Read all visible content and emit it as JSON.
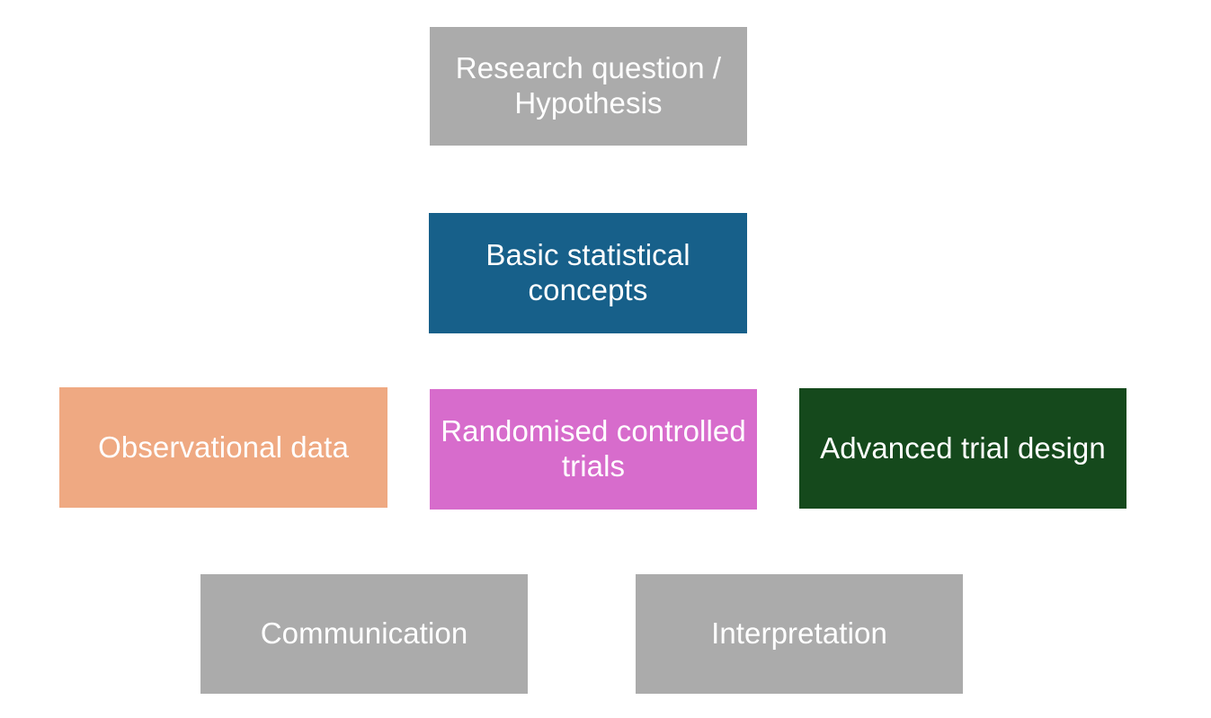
{
  "diagram": {
    "type": "flow-block-diagram",
    "background_color": "#FFFFFF",
    "rows": [
      {
        "row_name": "research-question-row",
        "nodes": [
          {
            "id": "research-question",
            "label": "Research question / Hypothesis",
            "line1": "Research question /",
            "line2": "Hypothesis",
            "color": "#ABABAB",
            "text_color": "#FFFFFF"
          }
        ]
      },
      {
        "row_name": "statistical-concepts-row",
        "nodes": [
          {
            "id": "basic-statistical-concepts",
            "label": "Basic statistical concepts",
            "line1": "Basic statistical",
            "line2": "concepts",
            "color": "#17608A",
            "text_color": "#FFFFFF"
          }
        ]
      },
      {
        "row_name": "study-design-row",
        "nodes": [
          {
            "id": "observational-data",
            "label": "Observational data",
            "line1": "Observational data",
            "line2": "",
            "color": "#EFA982",
            "text_color": "#FFFFFF"
          },
          {
            "id": "randomised-controlled-trials",
            "label": "Randomised controlled trials",
            "line1": "Randomised",
            "line2": "controlled trials",
            "color": "#D76CCC",
            "text_color": "#FFFFFF"
          },
          {
            "id": "advanced-trial-design",
            "label": "Advanced trial design",
            "line1": "Advanced trial design",
            "line2": "",
            "color": "#15491C",
            "text_color": "#FFFFFF"
          }
        ]
      },
      {
        "row_name": "outcome-row",
        "nodes": [
          {
            "id": "communication",
            "label": "Communication",
            "line1": "Communication",
            "line2": "",
            "color": "#ABABAB",
            "text_color": "#FFFFFF"
          },
          {
            "id": "interpretation",
            "label": "Interpretation",
            "line1": "Interpretation",
            "line2": "",
            "color": "#ABABAB",
            "text_color": "#FFFFFF"
          }
        ]
      }
    ]
  }
}
